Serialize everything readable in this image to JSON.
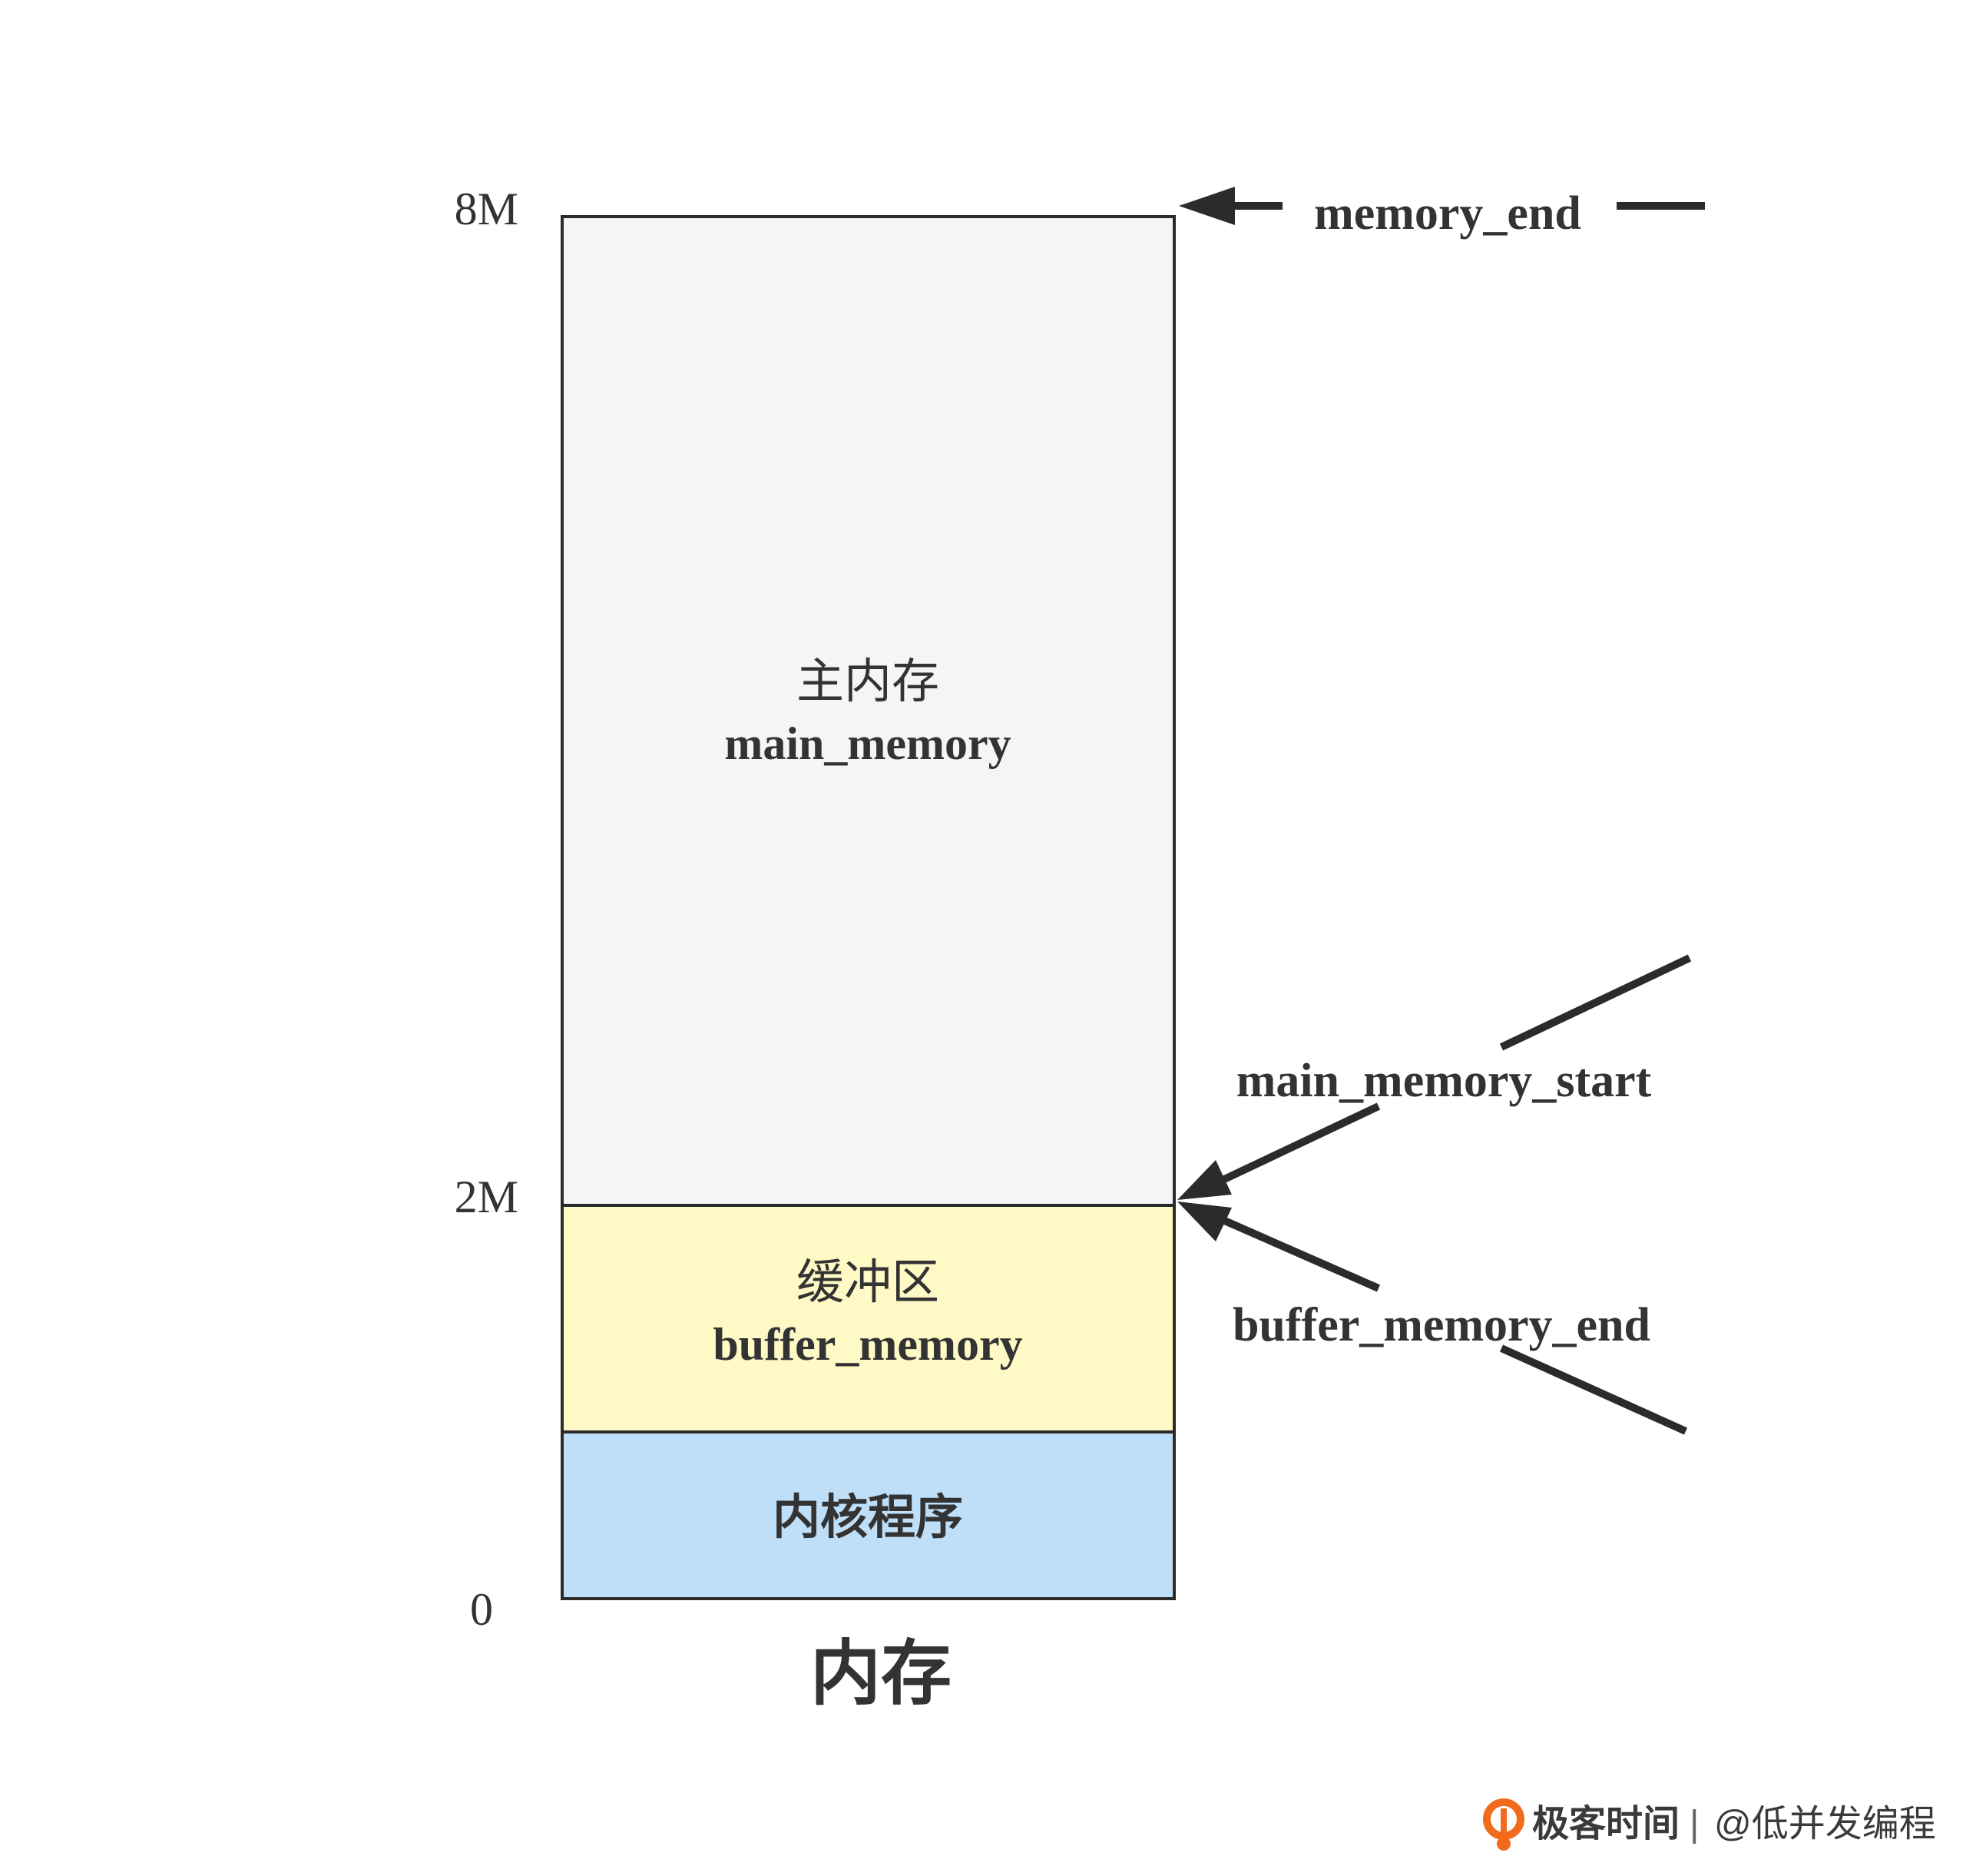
{
  "colors": {
    "main_fill": "#f5f5f5",
    "buffer_fill": "#fff9c6",
    "kernel_fill": "#bfdff8",
    "stroke": "#2b2b2b",
    "text": "#333333",
    "brand_orange": "#f26a1b"
  },
  "diagram": {
    "title": "内存",
    "axis": {
      "label_top": "8M",
      "label_mid": "2M",
      "label_bottom": "0"
    },
    "regions": {
      "main": {
        "name_cn": "主内存",
        "name_en": "main_memory"
      },
      "buffer": {
        "name_cn": "缓冲区",
        "name_en": "buffer_memory"
      },
      "kernel": {
        "name_cn": "内核程序"
      }
    },
    "pointers": {
      "memory_end": "memory_end",
      "main_memory_start": "main_memory_start",
      "buffer_memory_end": "buffer_memory_end"
    }
  },
  "watermark": {
    "brand": "极客时间",
    "separator": "|",
    "author": "@低并发编程"
  }
}
